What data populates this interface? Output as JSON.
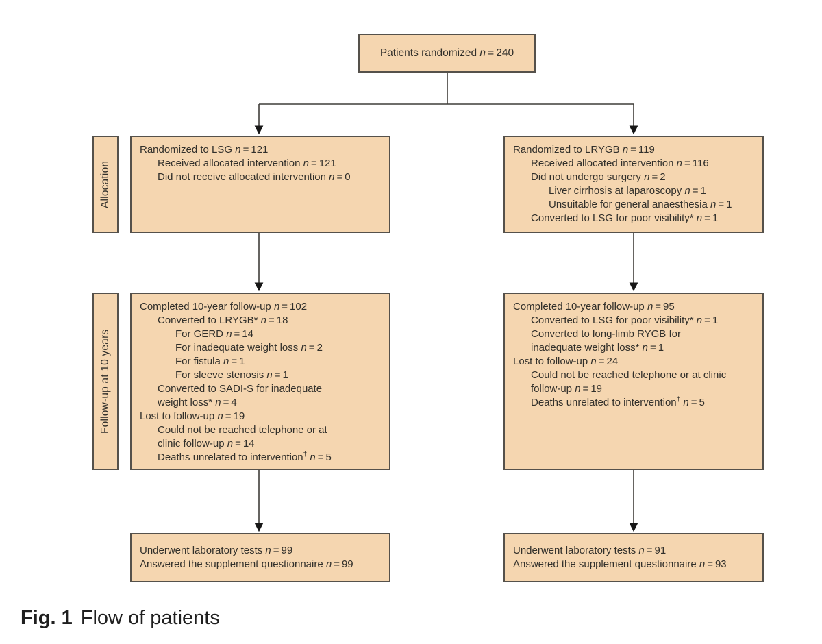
{
  "colors": {
    "box_fill": "#f5d6b0",
    "box_border": "#55514b",
    "text_color": "#32302b",
    "line_color": "#3f3d39",
    "arrow_color": "#171717"
  },
  "caption": {
    "label": "Fig. 1",
    "text": "Flow of patients"
  },
  "top_box": {
    "lines": [
      {
        "i": 0,
        "t": "Patients randomized",
        "n": "240"
      }
    ]
  },
  "stage_labels": {
    "allocation": "Allocation",
    "followup": "Follow-up at 10 years"
  },
  "lsg": {
    "allocation": {
      "lines": [
        {
          "i": 0,
          "t": "Randomized to LSG",
          "n": "121"
        },
        {
          "i": 1,
          "t": "Received allocated intervention",
          "n": "121"
        },
        {
          "i": 1,
          "t": "Did not receive allocated intervention",
          "n": "0"
        }
      ]
    },
    "followup": {
      "lines": [
        {
          "i": 0,
          "t": "Completed 10-year follow-up",
          "n": "102"
        },
        {
          "i": 1,
          "t": "Converted to LRYGB*",
          "n": "18"
        },
        {
          "i": 2,
          "t": "For GERD",
          "n": "14"
        },
        {
          "i": 2,
          "t": "For inadequate weight loss",
          "n": "2"
        },
        {
          "i": 2,
          "t": "For fistula",
          "n": "1"
        },
        {
          "i": 2,
          "t": "For sleeve stenosis",
          "n": "1"
        },
        {
          "i": 1,
          "t": "Converted to SADI-S for inadequate"
        },
        {
          "i": 1,
          "t": "weight loss*",
          "n": "4"
        },
        {
          "i": 0,
          "t": "Lost to follow-up",
          "n": "19"
        },
        {
          "i": 1,
          "t": "Could not be reached telephone or at"
        },
        {
          "i": 1,
          "t": "clinic follow-up",
          "n": "14"
        },
        {
          "i": 1,
          "t": "Deaths unrelated to intervention",
          "sup": "†",
          "n": "5"
        }
      ]
    },
    "outcome": {
      "lines": [
        {
          "i": 0,
          "t": "Underwent laboratory tests",
          "n": "99"
        },
        {
          "i": 0,
          "t": "Answered the supplement questionnaire",
          "n": "99"
        }
      ]
    }
  },
  "lrygb": {
    "allocation": {
      "lines": [
        {
          "i": 0,
          "t": "Randomized to LRYGB",
          "n": "119"
        },
        {
          "i": 1,
          "t": "Received allocated intervention",
          "n": "116"
        },
        {
          "i": 1,
          "t": "Did not undergo surgery",
          "n": "2"
        },
        {
          "i": 2,
          "t": "Liver cirrhosis at laparoscopy",
          "n": "1"
        },
        {
          "i": 2,
          "t": "Unsuitable for general anaesthesia",
          "n": "1"
        },
        {
          "i": 1,
          "t": "Converted to LSG for poor visibility*",
          "n": "1"
        }
      ]
    },
    "followup": {
      "lines": [
        {
          "i": 0,
          "t": "Completed 10-year follow-up",
          "n": "95"
        },
        {
          "i": 1,
          "t": "Converted to LSG for poor visibility*",
          "n": "1"
        },
        {
          "i": 1,
          "t": "Converted to long-limb RYGB for"
        },
        {
          "i": 1,
          "t": "inadequate weight loss*",
          "n": "1"
        },
        {
          "i": 0,
          "t": "Lost to follow-up",
          "n": "24"
        },
        {
          "i": 1,
          "t": "Could not be reached telephone or at clinic"
        },
        {
          "i": 1,
          "t": "follow-up",
          "n": "19"
        },
        {
          "i": 1,
          "t": "Deaths unrelated to intervention",
          "sup": "†",
          "n": "5"
        }
      ]
    },
    "outcome": {
      "lines": [
        {
          "i": 0,
          "t": "Underwent laboratory tests",
          "n": "91"
        },
        {
          "i": 0,
          "t": "Answered the supplement questionnaire",
          "n": "93"
        }
      ]
    }
  }
}
